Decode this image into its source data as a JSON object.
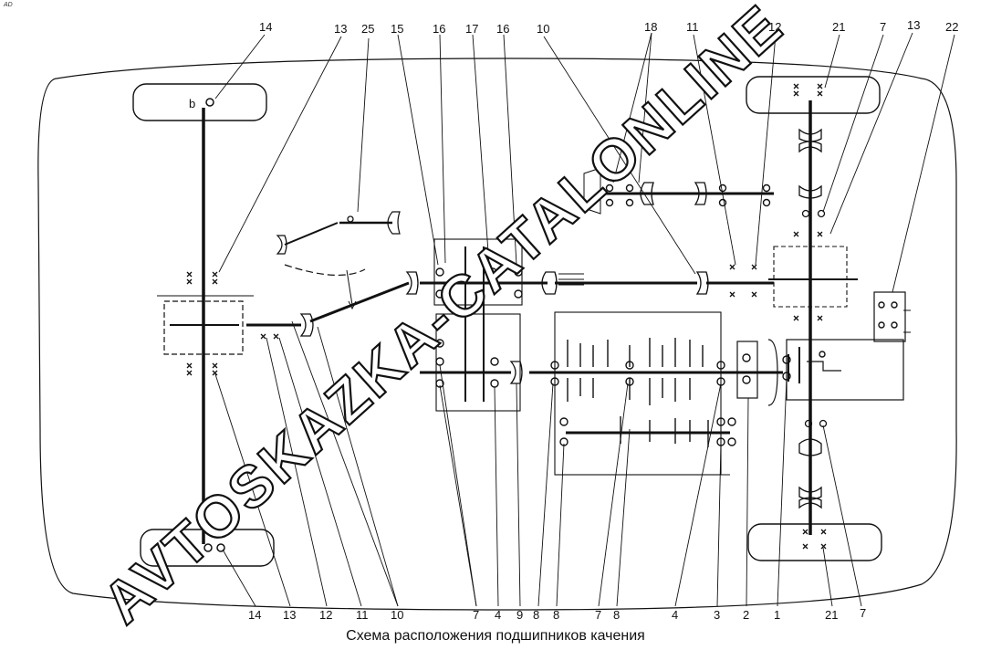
{
  "corner_mark": "AD",
  "caption": "Схема расположения подшипников качения",
  "watermark": "AVTOSKAZKA-CATALONLINE",
  "callouts_top": [
    "14",
    "13",
    "25",
    "15",
    "16",
    "17",
    "16",
    "10",
    "18",
    "11",
    "12",
    "21",
    "7",
    "13",
    "22"
  ],
  "callouts_bottom": [
    "14",
    "13",
    "12",
    "11",
    "10",
    "7",
    "4",
    "9",
    "8",
    "8",
    "7",
    "8",
    "4",
    "3",
    "2",
    "1",
    "21",
    "7"
  ]
}
